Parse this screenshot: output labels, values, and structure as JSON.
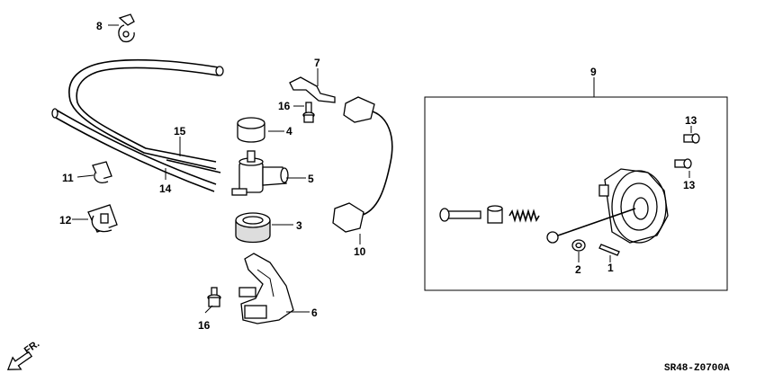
{
  "diagram_code": "SR48-Z0700A",
  "direction_label": "FR.",
  "callouts": [
    {
      "id": "c1",
      "label": "1"
    },
    {
      "id": "c2",
      "label": "2"
    },
    {
      "id": "c3",
      "label": "3"
    },
    {
      "id": "c4",
      "label": "4"
    },
    {
      "id": "c5",
      "label": "5"
    },
    {
      "id": "c6",
      "label": "6"
    },
    {
      "id": "c7",
      "label": "7"
    },
    {
      "id": "c8",
      "label": "8"
    },
    {
      "id": "c9",
      "label": "9"
    },
    {
      "id": "c10",
      "label": "10"
    },
    {
      "id": "c11",
      "label": "11"
    },
    {
      "id": "c12",
      "label": "12"
    },
    {
      "id": "c13a",
      "label": "13"
    },
    {
      "id": "c13b",
      "label": "13"
    },
    {
      "id": "c14",
      "label": "14"
    },
    {
      "id": "c15",
      "label": "15"
    },
    {
      "id": "c16a",
      "label": "16"
    },
    {
      "id": "c16b",
      "label": "16"
    }
  ]
}
